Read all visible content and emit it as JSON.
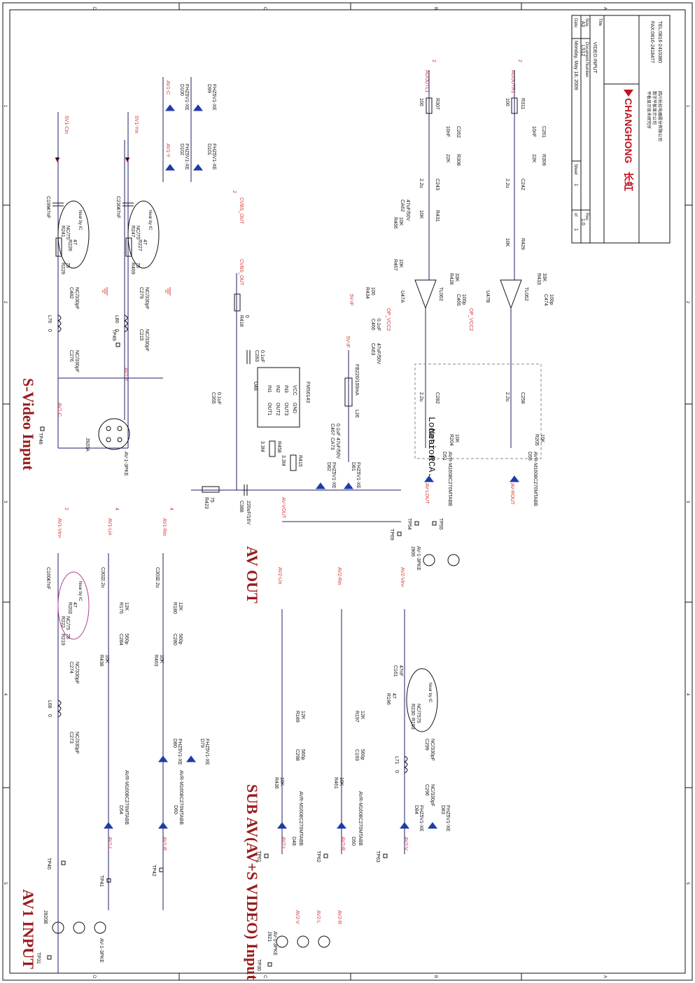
{
  "sections": {
    "svideo": "S-Video Input",
    "avout": "AV OUT",
    "av1": "AV1 INPUT",
    "subav": "SUB AV(AV+S VIDEO) Input"
  },
  "location_note": [
    "Location",
    "Near RCA."
  ],
  "near_ic": "Near by IC",
  "title_block": {
    "company_cn": "四川长虹电器股份有限公司",
    "company_cn2": "数字平板显示公司",
    "dept_cn": "平板显示技术研究所",
    "tel": "TEL:0816-2410380",
    "fax": "FAX:0816-2418477",
    "brand": "CHANGHONG",
    "brand_cn": "长虹",
    "title_label": "Title",
    "title": "VIDEO INPUT",
    "size_label": "Size",
    "size": "A3",
    "doc_label": "Document Number",
    "doc": "LS12",
    "rev_label": "Rev",
    "rev": "1.0",
    "date_label": "Date:",
    "date": "Monday, May 18, 2009",
    "sheet_label": "Sheet",
    "sheet": "1",
    "of_label": "of",
    "of": "1"
  },
  "zones_side": [
    "A",
    "B",
    "C",
    "D"
  ],
  "zones_top": [
    "1",
    "2",
    "3",
    "4",
    "5"
  ],
  "nets": {
    "sv1cin": "SV1-Cin",
    "sv1yin": "SV1-Yin",
    "cvbs_out": "CVBS_OUT",
    "av1vin": "AV1-Vin+",
    "av1lin": "AV1-Lin",
    "av1rin": "AV1-Rin",
    "av2lin": "AV2-Lin",
    "av2rin": "AV2-Rin",
    "av2vin": "AV2-Vin+",
    "av1c": "AV1-C",
    "av1y": "AV1-Y",
    "av1v": "AV1-V",
    "av1l": "AV1-L",
    "av1r": "AV1-R",
    "av2v": "AV2-V",
    "av2l": "AV2-L",
    "av2r": "AV2-R",
    "avvout": "AV-VOUT",
    "avlout": "AV-LOUT",
    "avrout": "AV-ROUT",
    "auoutl1": "AUOUTL1",
    "auoutr1": "AUOUTR1",
    "opvcc2": "OP_VCC2",
    "v5if": "5V-IF",
    "p2": "2",
    "p4": "4"
  },
  "parts": {
    "r226": [
      "R226",
      "47"
    ],
    "c199": [
      "C199",
      "47nF"
    ],
    "r241": [
      "R241",
      "NC/75"
    ],
    "r229": [
      "R229",
      "75"
    ],
    "c482": [
      "C482",
      "NC/330pF"
    ],
    "c276": [
      "C276",
      "NC/330pF"
    ],
    "l76": [
      "L76",
      "0"
    ],
    "r227": [
      "R227",
      "47"
    ],
    "c230": [
      "C230",
      "47nF"
    ],
    "r247": [
      "R247",
      "NC/75"
    ],
    "r469": [
      "R469",
      "75"
    ],
    "c279": [
      "C279",
      "NC/330pF"
    ],
    "c215": [
      "C215",
      "NC/330pF"
    ],
    "l80": [
      "L80",
      "0"
    ],
    "tp49": "TP49",
    "tp48": "TP48",
    "j920a": [
      "J920A",
      "AV-1-3PKE"
    ],
    "d100": [
      "D100",
      "FHZ5V1-XE"
    ],
    "d99": [
      "D99",
      "FHZ5V1-XE"
    ],
    "d102": [
      "D102",
      "FHZ5V1-XE"
    ],
    "d101": [
      "D101",
      "FHZ5V1-XE"
    ],
    "r418": [
      "R418",
      "0"
    ],
    "c283": [
      "C283",
      "0.1uF"
    ],
    "c355": [
      "C355",
      "0.1uF"
    ],
    "u48": [
      "U48",
      "FMS6143"
    ],
    "u48pins": [
      "IN1",
      "IN2",
      "IN3",
      "VCC",
      "OUT1",
      "OUT2",
      "OUT3",
      "GND"
    ],
    "r458": [
      "R458",
      "3.3M"
    ],
    "r415": [
      "R415",
      "3.3M"
    ],
    "fb": [
      "FB220/100mA",
      "L26"
    ],
    "c467": [
      "C467",
      "0.1uF"
    ],
    "ca73": [
      "CA73",
      "47uF/50V"
    ],
    "d82": [
      "D82",
      "FHZ5V1-XE"
    ],
    "d81": [
      "D81",
      "FHZ5V1-XE"
    ],
    "r423": [
      "R423",
      "75"
    ],
    "c388": [
      "C388",
      "220uF/16V"
    ],
    "r434": [
      "R434",
      "100"
    ],
    "c466": [
      "C466",
      "0.1uF"
    ],
    "ca63": [
      "CA63",
      "47uF/50V"
    ],
    "ca62": [
      "CA62",
      "47uF/50V"
    ],
    "r466": [
      "R466",
      "10K"
    ],
    "r467": [
      "R467",
      "10K"
    ],
    "u47a": [
      "U47A",
      "TL062"
    ],
    "u47b": [
      "U47B",
      "TL062"
    ],
    "r428": [
      "R428",
      "33K"
    ],
    "c465": [
      "C465",
      "100p"
    ],
    "r433": [
      "R433",
      "33K"
    ],
    "c474": [
      "C474",
      "100p"
    ],
    "r431": [
      "R431",
      "10K"
    ],
    "r429": [
      "R429",
      "10K"
    ],
    "c243": [
      "C243",
      "2.2u"
    ],
    "c242": [
      "C242",
      "2.2u"
    ],
    "r307": [
      "R307",
      "100"
    ],
    "c262": [
      "C262",
      "10nF"
    ],
    "r308": [
      "R308",
      "22K"
    ],
    "r311": [
      "R311",
      "100"
    ],
    "c261": [
      "C261",
      "10nF"
    ],
    "r309": [
      "R309",
      "22K"
    ],
    "c282": [
      "C282",
      "2.2u"
    ],
    "c258": [
      "C258",
      "2.2u"
    ],
    "r204": [
      "R204",
      "10K"
    ],
    "r205": [
      "R205",
      "10K"
    ],
    "d51": [
      "D51",
      "AVR-M1608C270MTABB"
    ],
    "d56": [
      "D56",
      "AVR-M1608C270MTABB"
    ],
    "tp54": "TP54",
    "tp55": "TP55",
    "tp69": "TP69",
    "j906": [
      "J906",
      "AV-1-3PKE"
    ],
    "r203": [
      "R203",
      "47"
    ],
    "c160": [
      "C160",
      "47nF"
    ],
    "r222": [
      "R222",
      "NC/75"
    ],
    "r219": [
      "R219",
      "75"
    ],
    "c274": [
      "C274",
      "NC/330pF"
    ],
    "c273": [
      "C273",
      "NC/330pF"
    ],
    "l68": [
      "L68",
      "0"
    ],
    "c302": [
      "C302",
      "2.2u"
    ],
    "r176": [
      "R176",
      "12K"
    ],
    "c284": [
      "C284",
      "560p"
    ],
    "r438": [
      "R438",
      "10K"
    ],
    "c303": [
      "C303",
      "2.2u"
    ],
    "r180": [
      "R180",
      "12K"
    ],
    "c280": [
      "C280",
      "560p"
    ],
    "r463": [
      "R463",
      "10K"
    ],
    "d80": [
      "D80",
      "FHZ5V1-XE"
    ],
    "d79": [
      "D79",
      "FHZ5V1-XE"
    ],
    "d54": [
      "D54",
      "AVR-M1608C270MTABB"
    ],
    "d60": [
      "D60",
      "AVR-M1608C270MTABB"
    ],
    "tp40": "TP40",
    "tp41": "TP41",
    "tp42": "TP42",
    "tp31": "TP31",
    "j920b": [
      "J920B",
      "AV-1-3PKE"
    ],
    "r189": [
      "R189",
      "12K"
    ],
    "c298": [
      "C298",
      "560p"
    ],
    "r436": [
      "R436",
      "10K"
    ],
    "d48": [
      "D48",
      "AVR-M1608C270MTABB"
    ],
    "r197": [
      "R197",
      "12K"
    ],
    "c193": [
      "C193",
      "560p"
    ],
    "r461": [
      "R461",
      "10K"
    ],
    "d50": [
      "D50",
      "AVR-M1608C270MTABB"
    ],
    "r196": [
      "R196",
      "47"
    ],
    "c161": [
      "C161",
      "47nF"
    ],
    "r230": [
      "R230",
      "NC/75"
    ],
    "r193": [
      "R193",
      "75"
    ],
    "c299": [
      "C299",
      "NC/330pF"
    ],
    "c296": [
      "C296",
      "NC/330pF"
    ],
    "l71": [
      "L71",
      "0"
    ],
    "d84": [
      "D84",
      "FHZ5V1-XE"
    ],
    "d83": [
      "D83",
      "FHZ5V1-XE"
    ],
    "tp61": "TP61",
    "tp62": "TP62",
    "tp63": "TP63",
    "tp30": "TP30",
    "j921": [
      "J921",
      "AV-1-3PKE"
    ]
  }
}
